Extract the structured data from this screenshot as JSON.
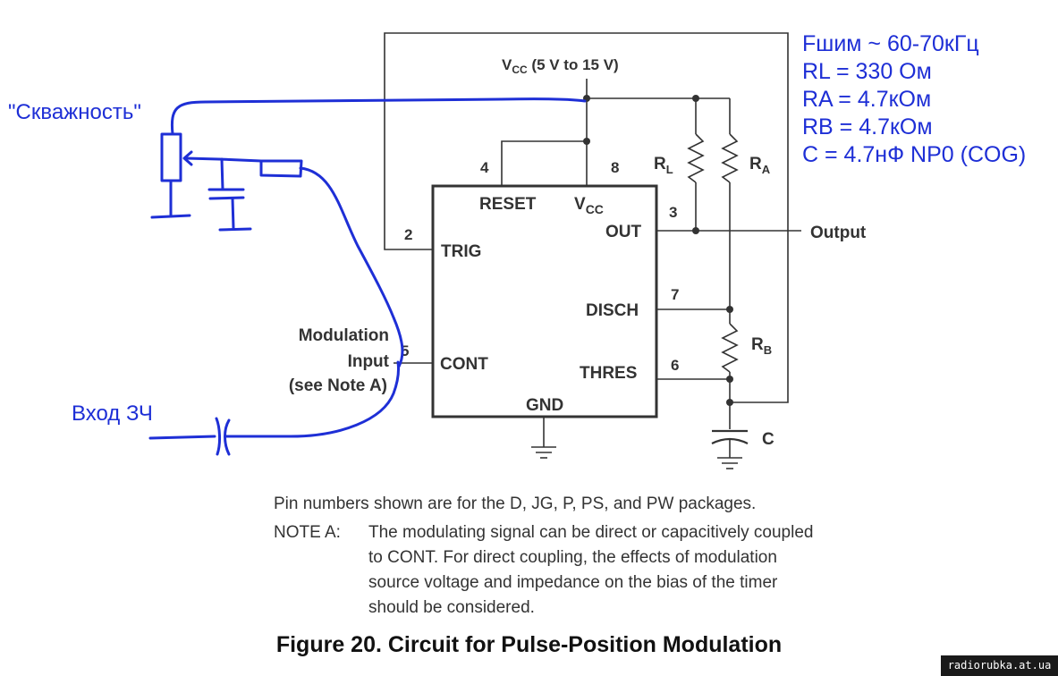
{
  "ic": {
    "pins": {
      "reset_num": "4",
      "vcc_num": "8",
      "out_num": "3",
      "trig_num": "2",
      "disch_num": "7",
      "cont_num": "5",
      "thres_num": "6"
    },
    "labels": {
      "reset": "RESET",
      "vcc_v": "V",
      "vcc_sub": "CC",
      "out": "OUT",
      "trig": "TRIG",
      "disch": "DISCH",
      "cont": "CONT",
      "thres": "THRES",
      "gnd": "GND"
    }
  },
  "supply": {
    "prefix": "V",
    "sub": "CC",
    "range": " (5 V to 15 V)"
  },
  "components": {
    "rl": {
      "main": "R",
      "sub": "L"
    },
    "ra": {
      "main": "R",
      "sub": "A"
    },
    "rb": {
      "main": "R",
      "sub": "B"
    },
    "c": "C"
  },
  "output_label": "Output",
  "modulation": {
    "line1": "Modulation",
    "line2": "Input",
    "line3": "(see Note A)"
  },
  "notes": {
    "pin_note": "Pin numbers shown are for the D, JG, P, PS, and PW packages.",
    "note_a_label": "NOTE A:",
    "note_a_lines": [
      "The modulating signal can be direct or capacitively coupled",
      "to CONT. For direct coupling, the effects of modulation",
      "source voltage and impedance on the bias of the timer",
      "should be considered."
    ]
  },
  "caption": "Figure 20.  Circuit for Pulse-Position Modulation",
  "handwritten": {
    "pot_label": "\"Скважность\"",
    "audio_in": "Вход ЗЧ",
    "spec_lines": [
      "Fшим ~ 60-70кГц",
      "RL = 330 Ом",
      "RA = 4.7кОм",
      "RB = 4.7кОм",
      "C = 4.7нФ NP0 (COG)"
    ]
  },
  "watermark": "radiorubka.at.ua",
  "colors": {
    "ink": "#333333",
    "handwriting": "#1e2fd6"
  }
}
